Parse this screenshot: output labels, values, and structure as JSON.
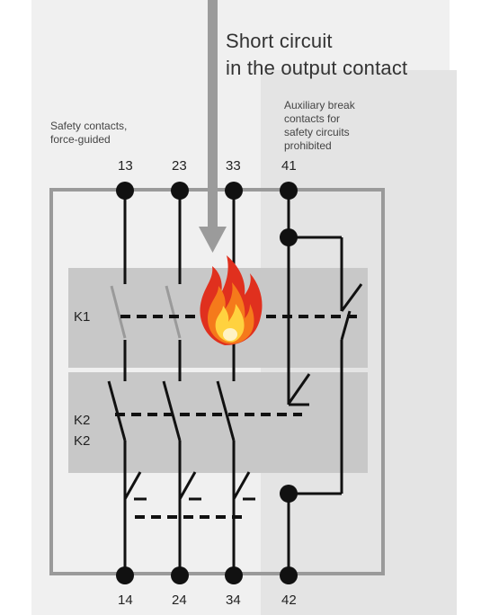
{
  "header": {
    "title_line1": "Short circuit",
    "title_line2": "in the output contact"
  },
  "labels": {
    "safety_contacts_line1": "Safety contacts,",
    "safety_contacts_line2": "force-guided",
    "aux_line1": "Auxiliary break",
    "aux_line2": "contacts for",
    "aux_line3": "safety circuits",
    "aux_line4": "prohibited"
  },
  "terminals": {
    "top": [
      "13",
      "23",
      "33",
      "41"
    ],
    "bottom": [
      "14",
      "24",
      "34",
      "42"
    ]
  },
  "relays": {
    "k1": "K1",
    "k2a": "K2",
    "k2b": "K2"
  },
  "icons": {
    "fault": "fire-icon",
    "current_direction": "arrow-down-icon"
  },
  "colors": {
    "background_panel": "#f0f0f0",
    "aux_panel": "#e4e4e4",
    "relay_band": "#c8c8c8",
    "housing_border": "#9a9a9a",
    "arrow": "#9b9b9b",
    "wire": "#111111",
    "k1_contact_open": "#9a9a9a",
    "flame_outer": "#e0301e",
    "flame_inner": "#ffd23f"
  }
}
